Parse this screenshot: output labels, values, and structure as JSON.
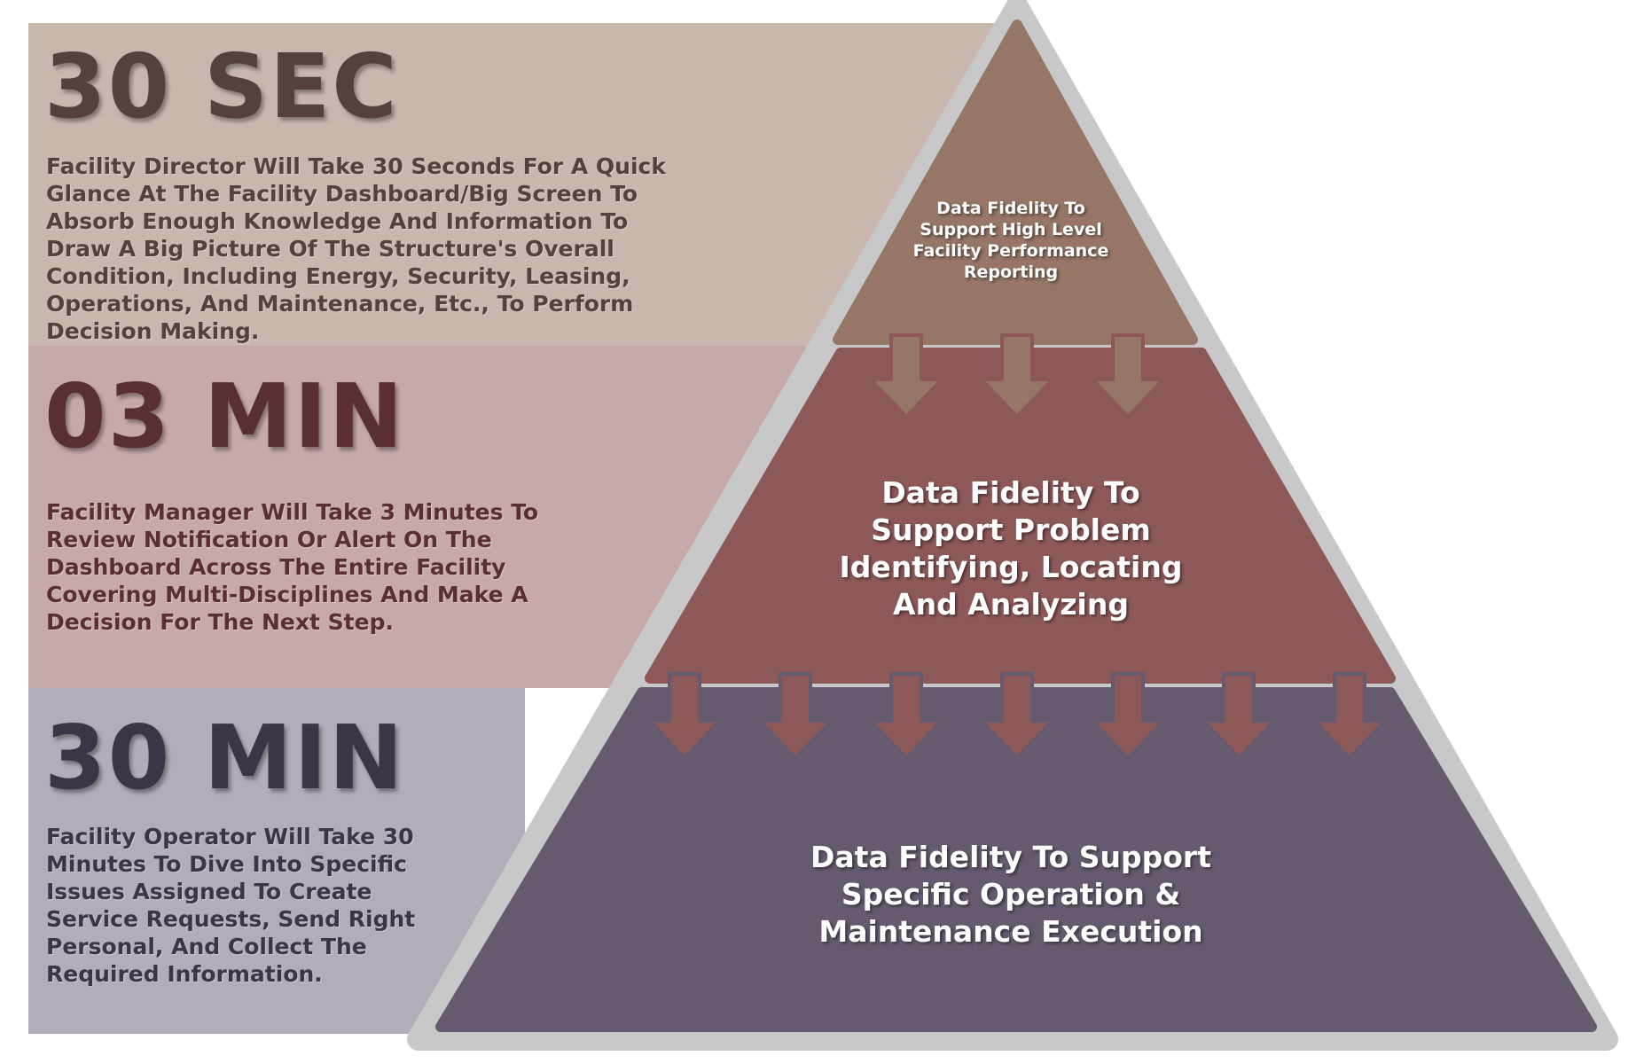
{
  "tiers": [
    {
      "time": "30 SEC",
      "description": "Facility Director Will Take 30 Seconds For A Quick Glance At The Facility Dashboard/Big Screen To Absorb Enough Knowledge And Information To Draw A Big Picture Of The Structure's Overall Condition, Including Energy, Security, Leasing, Operations, And Maintenance, Etc., To Perform Decision Making.",
      "pyramid_text": "Data Fidelity To Support High Level Facility Performance Reporting",
      "band_color": "#c9b7ae",
      "tier_color": "#967666",
      "text_color": "#54423a"
    },
    {
      "time": "03 MIN",
      "description": "Facility Manager Will Take 3 Minutes To Review Notification Or Alert On The Dashboard Across The Entire Facility Covering Multi-Disciplines And Make A Decision For The Next Step.",
      "pyramid_text": "Data Fidelity To Support Problem Identifying, Locating And Analyzing",
      "band_color": "#c6aaa8",
      "tier_color": "#8d5858",
      "text_color": "#5a2f30"
    },
    {
      "time": "30 MIN",
      "description": "Facility Operator Will Take 30 Minutes To Dive Into Specific Issues Assigned To Create Service Requests, Send Right Personal, And Collect The Required Information.",
      "pyramid_text": "Data Fidelity To Support Specific Operation & Maintenance Execution",
      "band_color": "#b2adb8",
      "tier_color": "#665a6e",
      "text_color": "#3d3545"
    }
  ],
  "frame_color": "#c8c8c8",
  "arrows": {
    "top_to_mid": 3,
    "mid_to_bottom": 7
  }
}
